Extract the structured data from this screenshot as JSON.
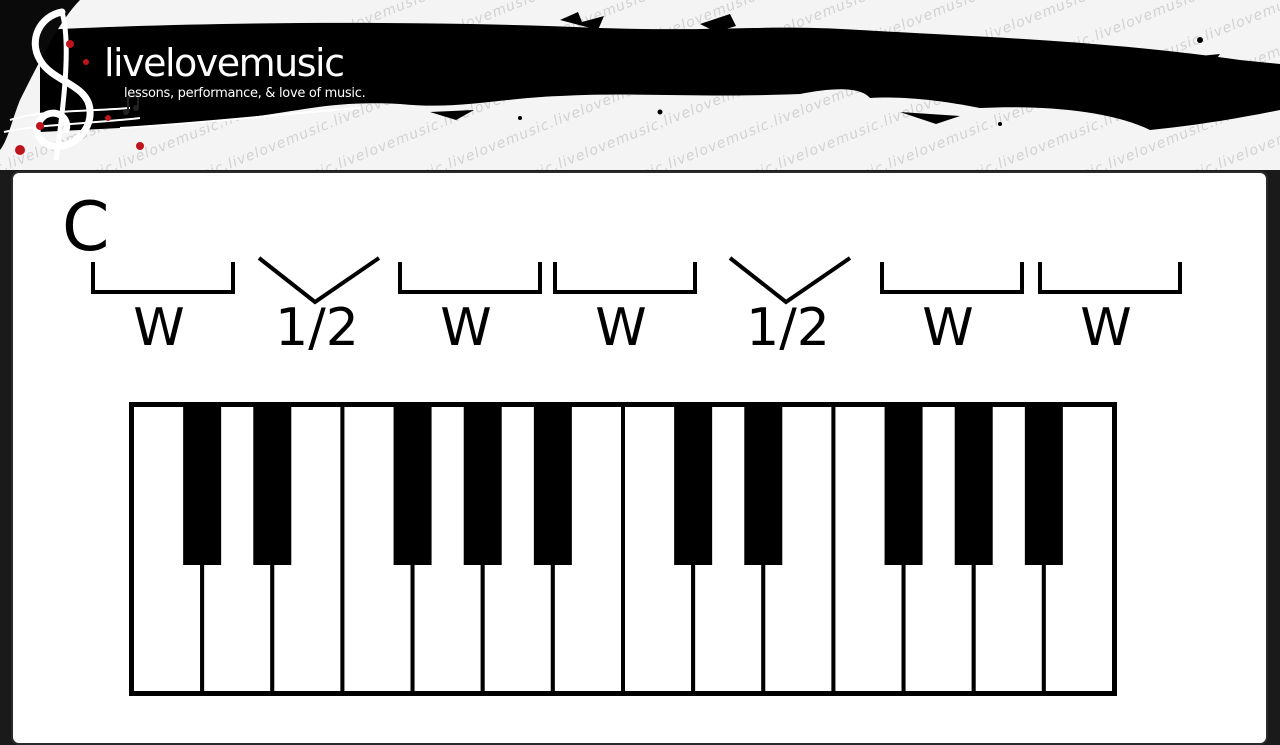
{
  "brand": {
    "name": "livelovemusic",
    "tagline": "lessons, performance, & love of music.",
    "watermark_text": "livelovemusic.livelovemusic.livelovemusic.livelovemusic.livelovemusic.livelovemusic.livelovemusic.livelovemusic.livelovemusic."
  },
  "colors": {
    "ink": "#000000",
    "paper": "#ffffff",
    "accent_red": "#c0141c",
    "header_bg": "#f4f4f4",
    "frame": "#1a1a1a"
  },
  "scale": {
    "root": "C",
    "steps": [
      "W",
      "1/2",
      "W",
      "W",
      "1/2",
      "W",
      "W"
    ],
    "step_types": [
      "whole",
      "half",
      "whole",
      "whole",
      "half",
      "whole",
      "whole"
    ]
  },
  "keyboard": {
    "white_keys": 14,
    "black_keys": 10
  },
  "icons": {
    "logo": "treble-clef-icon"
  }
}
